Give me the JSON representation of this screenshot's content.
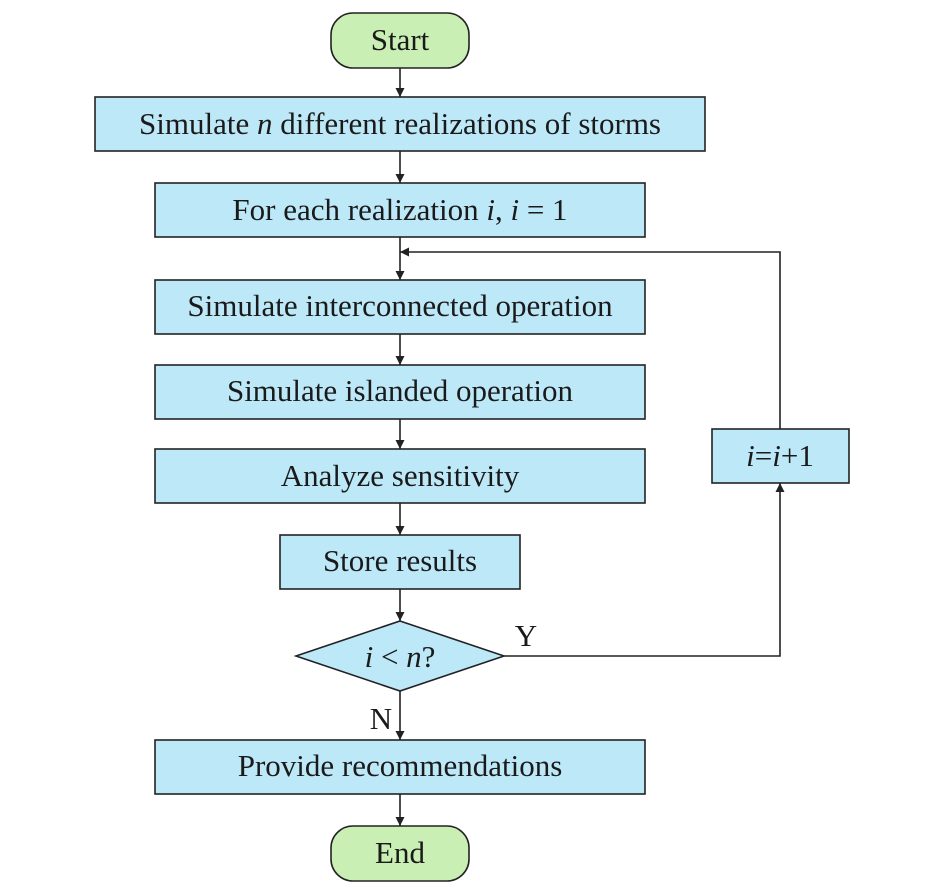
{
  "colors": {
    "process_fill": "#bde8f8",
    "terminal_fill": "#c9efb5",
    "stroke": "#222222"
  },
  "flowchart": {
    "start": "Start",
    "step_simulate_storms": {
      "before": "Simulate ",
      "var": "n",
      "after": " different realizations of storms"
    },
    "step_for_each": {
      "before": "For each realization ",
      "var1": "i",
      "mid": ", ",
      "var2": "i",
      "after": " = 1"
    },
    "step_interconnected": "Simulate interconnected operation",
    "step_islanded": "Simulate islanded operation",
    "step_sensitivity": "Analyze sensitivity",
    "step_store": "Store results",
    "decision": {
      "var1": "i",
      "op": " < ",
      "var2": "n",
      "after": "?"
    },
    "increment": {
      "var1": "i",
      "op": "=",
      "var2": "i",
      "after": "+1"
    },
    "label_yes": "Y",
    "label_no": "N",
    "step_recommend": "Provide recommendations",
    "end": "End"
  }
}
